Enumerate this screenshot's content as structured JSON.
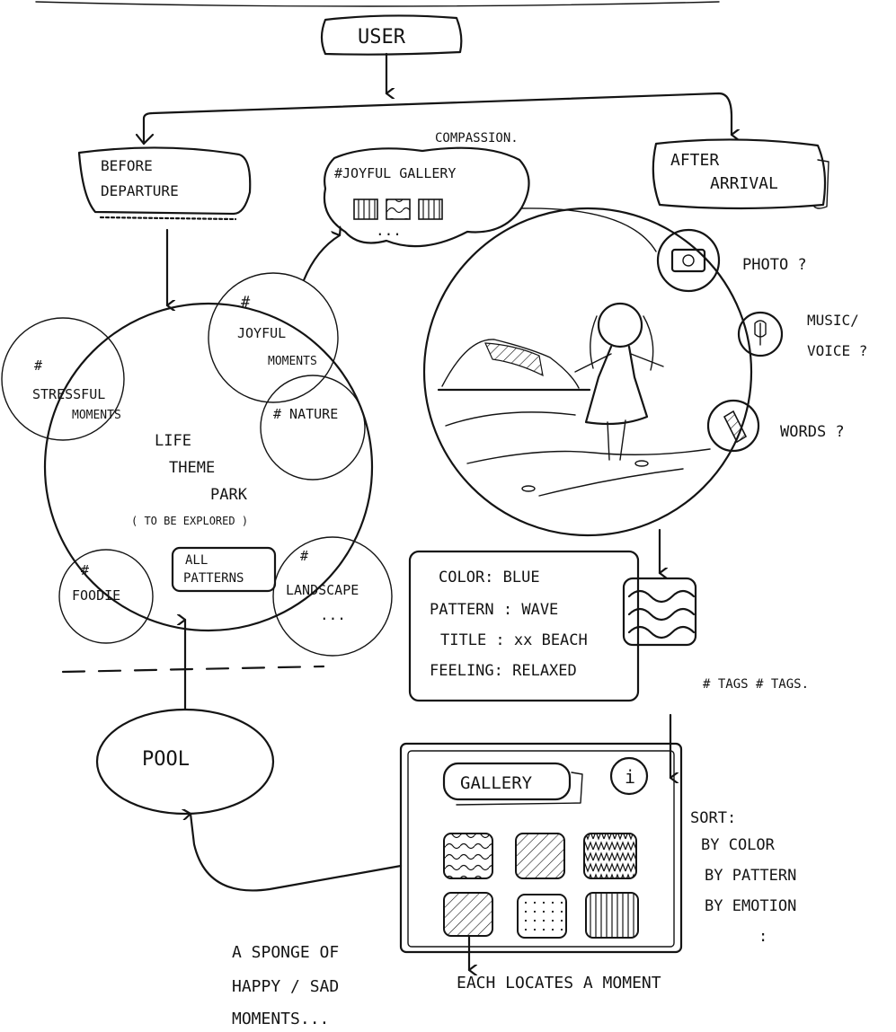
{
  "top_node": "USER",
  "branches": {
    "before": [
      "BEFORE",
      "DEPARTURE"
    ],
    "after": [
      "AFTER",
      "ARRIVAL"
    ]
  },
  "compassion_label": "COMPASSION.",
  "joyful_gallery": {
    "title": "#JOYFUL GALLERY",
    "more": "..."
  },
  "life_theme_park": {
    "lines": [
      "LIFE",
      "THEME",
      "PARK"
    ],
    "note": "( TO BE EXPLORED )"
  },
  "bubbles": {
    "joyful": {
      "hash": "#",
      "lines": [
        "JOYFUL",
        "MOMENTS"
      ]
    },
    "stressful": {
      "hash": "#",
      "lines": [
        "STRESSFUL",
        "MOMENTS"
      ]
    },
    "nature": "# NATURE",
    "foodie": {
      "hash": "#",
      "label": "FOODIE"
    },
    "landscape": {
      "hash": "#",
      "label": "LANDSCAPE",
      "more": "..."
    }
  },
  "all_patterns": [
    "ALL",
    "PATTERNS"
  ],
  "media_options": {
    "photo": "PHOTO ?",
    "music": [
      "MUSIC/",
      "VOICE ?"
    ],
    "words": "WORDS ?"
  },
  "moment_card": [
    "COLOR: BLUE",
    "PATTERN : WAVE",
    "TITLE : xx BEACH",
    "FEELING: RELAXED"
  ],
  "tags": "# TAGS # TAGS.",
  "pool": "POOL",
  "gallery": {
    "title": "GALLERY",
    "info_glyph": "i"
  },
  "sort": {
    "title": "SORT:",
    "options": [
      "BY COLOR",
      "BY PATTERN",
      "BY EMOTION"
    ],
    "more": ":"
  },
  "each_locates": "EACH LOCATES A MOMENT",
  "sponge": [
    "A SPONGE OF",
    "HAPPY / SAD",
    "MOMENTS..."
  ]
}
